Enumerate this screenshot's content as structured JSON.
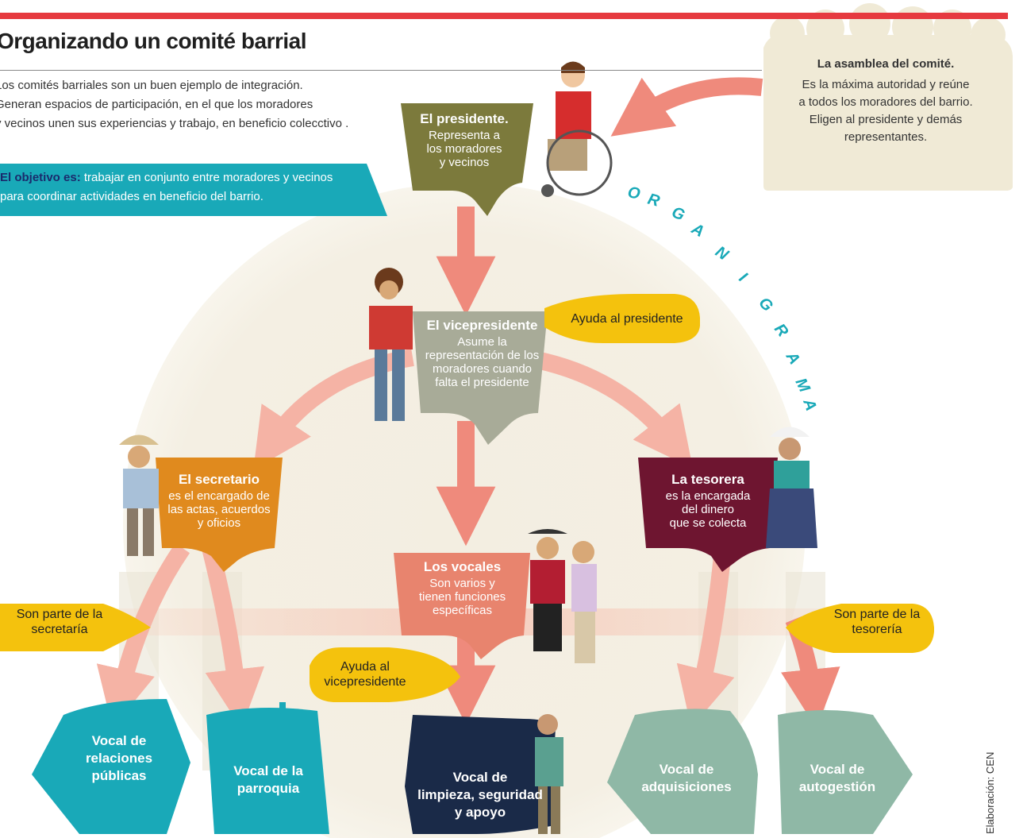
{
  "title": "Organizando un comité barrial",
  "intro": {
    "lines": [
      "Los comités barriales son un buen ejemplo de integración.",
      "Generan espacios de participación, en el que los moradores",
      "y vecinos unen sus experiencias y trabajo, en beneficio colecctivo ."
    ]
  },
  "objective": {
    "label": "El objetivo es:",
    "line1": "trabajar en conjunto entre moradores y vecinos",
    "line2": "para coordinar actividades en beneficio del barrio."
  },
  "asamblea": {
    "title": "La asamblea del comité.",
    "lines": [
      "Es la máxima autoridad y reúne",
      "a todos los moradores del barrio.",
      "Eligen al presidente y demás",
      "representantes."
    ]
  },
  "organigrama_label": "ORGANIGRAMA",
  "presidente": {
    "title": "El  presidente.",
    "lines": [
      "Representa a",
      "los moradores",
      "y vecinos"
    ]
  },
  "vicepresidente": {
    "title": "El  vicepresidente",
    "lines": [
      "Asume la",
      "representación de los",
      "moradores cuando",
      "falta el presidente"
    ]
  },
  "secretario": {
    "title": "El  secretario",
    "lines": [
      "es el encargado de",
      "las actas, acuerdos",
      "y oficios"
    ]
  },
  "tesorera": {
    "title": "La tesorera",
    "lines": [
      "es la encargada",
      "del dinero",
      "que se colecta"
    ]
  },
  "vocales": {
    "title": "Los vocales",
    "lines": [
      "Son varios y",
      "tienen funciones",
      "específicas"
    ]
  },
  "bubbles": {
    "ayuda_presidente": [
      "Ayuda al presidente"
    ],
    "parte_secretaria": [
      "Son parte de la",
      "secretaría"
    ],
    "parte_tesoreria": [
      "Son parte de la",
      "tesorería"
    ],
    "ayuda_vicepresidente": [
      "Ayuda al",
      "vicepresidente"
    ]
  },
  "vocal_boxes": {
    "relaciones": [
      "Vocal de",
      "relaciones",
      "públicas"
    ],
    "parroquia": [
      "Vocal de la",
      "parroquia"
    ],
    "limpieza": [
      "Vocal de",
      "limpieza, seguridad",
      "y apoyo"
    ],
    "adquisiciones": [
      "Vocal de",
      "adquisiciones"
    ],
    "autogestion": [
      "Vocal de",
      "autogestión"
    ]
  },
  "credit": "Elaboración: CEN",
  "colors": {
    "accent_red": "#e63a3f",
    "teal": "#19a9b8",
    "olive": "#7c7a3c",
    "gray_green": "#a8ab98",
    "orange": "#e08a1e",
    "maroon": "#6e1530",
    "salmon": "#e8846e",
    "yellow": "#f4c20d",
    "navy": "#1a2a48",
    "sage": "#8fb8a6",
    "cream": "#f5f0e0",
    "arrow": "#ef8a7c"
  }
}
